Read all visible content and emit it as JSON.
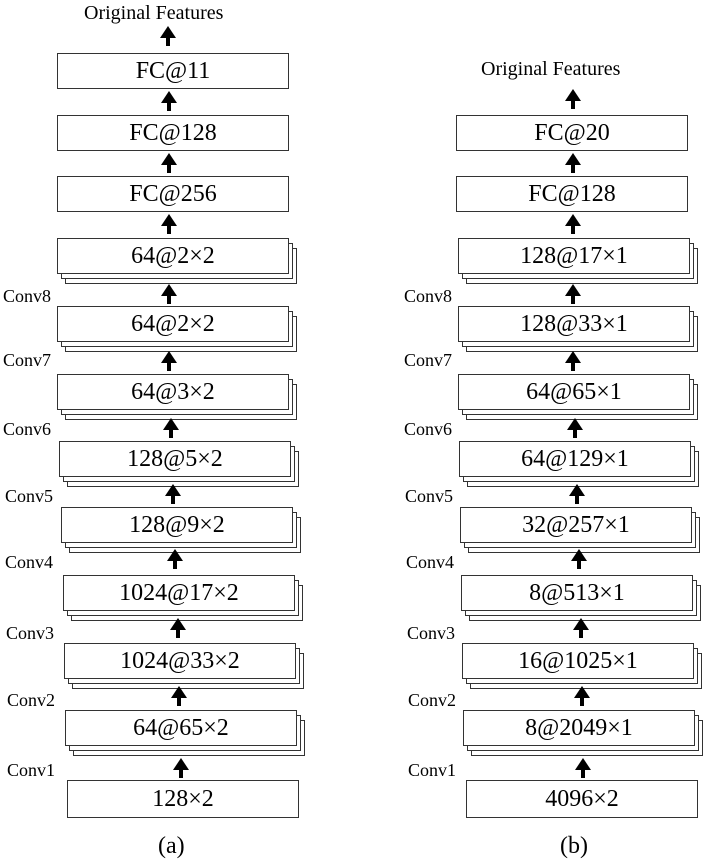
{
  "panel_a": {
    "title": "Original Features",
    "fc_layers": [
      "FC@11",
      "FC@128",
      "FC@256"
    ],
    "conv_outputs": [
      "64@2×2",
      "64@2×2",
      "64@3×2",
      "128@5×2",
      "128@9×2",
      "1024@17×2",
      "1024@33×2",
      "64@65×2"
    ],
    "conv_labels": [
      "Conv8",
      "Conv7",
      "Conv6",
      "Conv5",
      "Conv4",
      "Conv3",
      "Conv2",
      "Conv1"
    ],
    "input": "128×2",
    "caption": "(a)"
  },
  "panel_b": {
    "title": "Original Features",
    "fc_layers": [
      "FC@20",
      "FC@128"
    ],
    "conv_outputs": [
      "128@17×1",
      "128@33×1",
      "64@65×1",
      "64@129×1",
      "32@257×1",
      "8@513×1",
      "16@1025×1",
      "8@2049×1"
    ],
    "conv_labels": [
      "Conv8",
      "Conv7",
      "Conv6",
      "Conv5",
      "Conv4",
      "Conv3",
      "Conv2",
      "Conv1"
    ],
    "input": "4096×2",
    "caption": "(b)"
  }
}
